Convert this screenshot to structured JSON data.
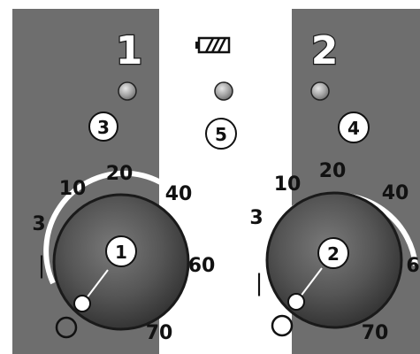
{
  "panel": {
    "zones": [
      {
        "number": "1",
        "led_label": "3",
        "knob_label": "1",
        "dial_ticks": [
          "3",
          "10",
          "20",
          "40",
          "60",
          "70"
        ],
        "off_mark": "|",
        "on_mark": "○",
        "led_state": "off",
        "knob_level": "lowest"
      },
      {
        "number": "2",
        "led_label": "4",
        "knob_label": "2",
        "dial_ticks": [
          "3",
          "10",
          "20",
          "40",
          "6",
          "70"
        ],
        "off_mark": "|",
        "on_mark": "○",
        "led_state": "off",
        "knob_level": "lowest"
      }
    ],
    "center": {
      "led_label": "5",
      "icon": "heating-plate-icon",
      "led_state": "off"
    }
  },
  "colors": {
    "zone_background": "#6e6e6e",
    "center_background": "#ffffff",
    "knob_face": "#4d4d4d",
    "knob_outline": "#1a1a1a",
    "led": "#a8a8a8",
    "text": "#111111"
  }
}
